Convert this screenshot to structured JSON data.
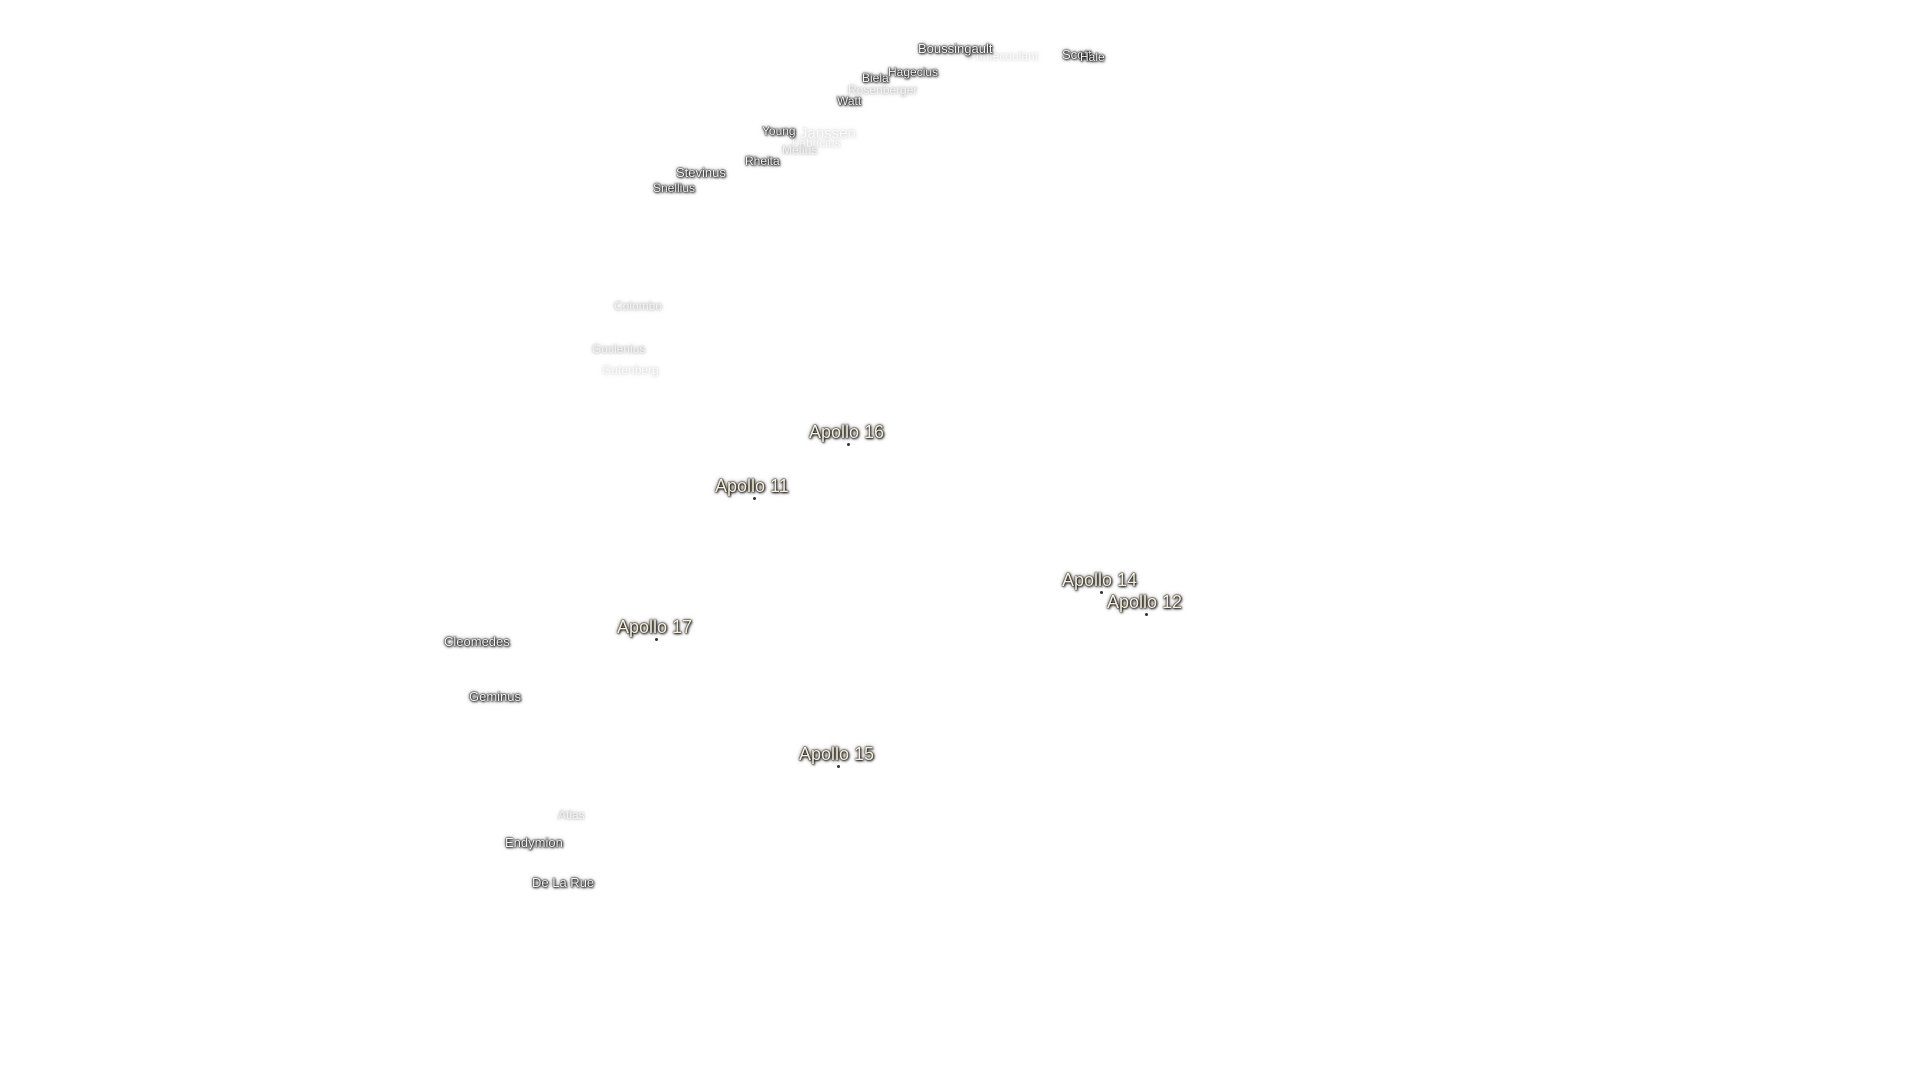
{
  "map": {
    "apollo_sites": [
      {
        "id": "a16",
        "name": "Apollo 16"
      },
      {
        "id": "a11",
        "name": "Apollo 11"
      },
      {
        "id": "a14",
        "name": "Apollo 14"
      },
      {
        "id": "a12",
        "name": "Apollo 12"
      },
      {
        "id": "a17",
        "name": "Apollo 17"
      },
      {
        "id": "a15",
        "name": "Apollo 15"
      }
    ],
    "craters": [
      {
        "id": "boussingault",
        "name": "Boussingault"
      },
      {
        "id": "scott",
        "name": "Scott"
      },
      {
        "id": "hale",
        "name": "Hale"
      },
      {
        "id": "hagecius",
        "name": "Hagecius"
      },
      {
        "id": "biela",
        "name": "Biela"
      },
      {
        "id": "rosenberger",
        "name": "Rosenberger"
      },
      {
        "id": "watt",
        "name": "Watt"
      },
      {
        "id": "young",
        "name": "Young"
      },
      {
        "id": "metius",
        "name": "Metius"
      },
      {
        "id": "rheita",
        "name": "Rheita"
      },
      {
        "id": "stevinus",
        "name": "Stevinus"
      },
      {
        "id": "snellius",
        "name": "Snellius"
      },
      {
        "id": "colombo",
        "name": "Colombo"
      },
      {
        "id": "goclenius",
        "name": "Goclenius"
      },
      {
        "id": "gutenberg",
        "name": "Gutenberg"
      },
      {
        "id": "cleomedes",
        "name": "Cleomedes"
      },
      {
        "id": "geminus",
        "name": "Geminus"
      },
      {
        "id": "atlas",
        "name": "Atlas"
      },
      {
        "id": "endymion",
        "name": "Endymion"
      },
      {
        "id": "de-la-rue",
        "name": "De La Rue"
      }
    ]
  }
}
